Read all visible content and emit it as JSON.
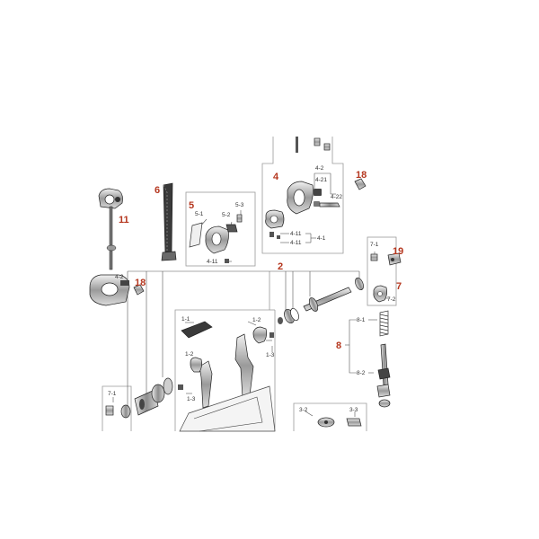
{
  "colors": {
    "callout": "#b5371f",
    "label": "#333333",
    "frame": "#9a9a9a",
    "part_dark": "#2a2a2a",
    "part_mid": "#8a8a8a",
    "part_light": "#d8d8d8"
  },
  "callouts": {
    "c2": "2",
    "c4": "4",
    "c5": "5",
    "c6": "6",
    "c7": "7",
    "c8": "8",
    "c11": "11",
    "c18a": "18",
    "c18b": "18",
    "c19": "19"
  },
  "labels": {
    "l4_2a": "4-2",
    "l4_21": "4-21",
    "l4_22": "4-22",
    "l4_11a": "4-11",
    "l4_1": "4-1",
    "l4_11b": "4-11",
    "l5_1": "5-1",
    "l5_2": "5-2",
    "l5_3": "5-3",
    "l5_4_11": "4-11",
    "l4_2b": "4-2",
    "l7_1a": "7-1",
    "l7_2": "7-2",
    "l8_1": "8-1",
    "l8_2": "8-2",
    "l1_1": "1-1",
    "l1_2a": "1-2",
    "l1_2b": "1-2",
    "l1_3a": "1-3",
    "l1_3b": "1-3",
    "l7_1b": "7-1",
    "l3_2": "3-2",
    "l3_3": "3-3"
  }
}
